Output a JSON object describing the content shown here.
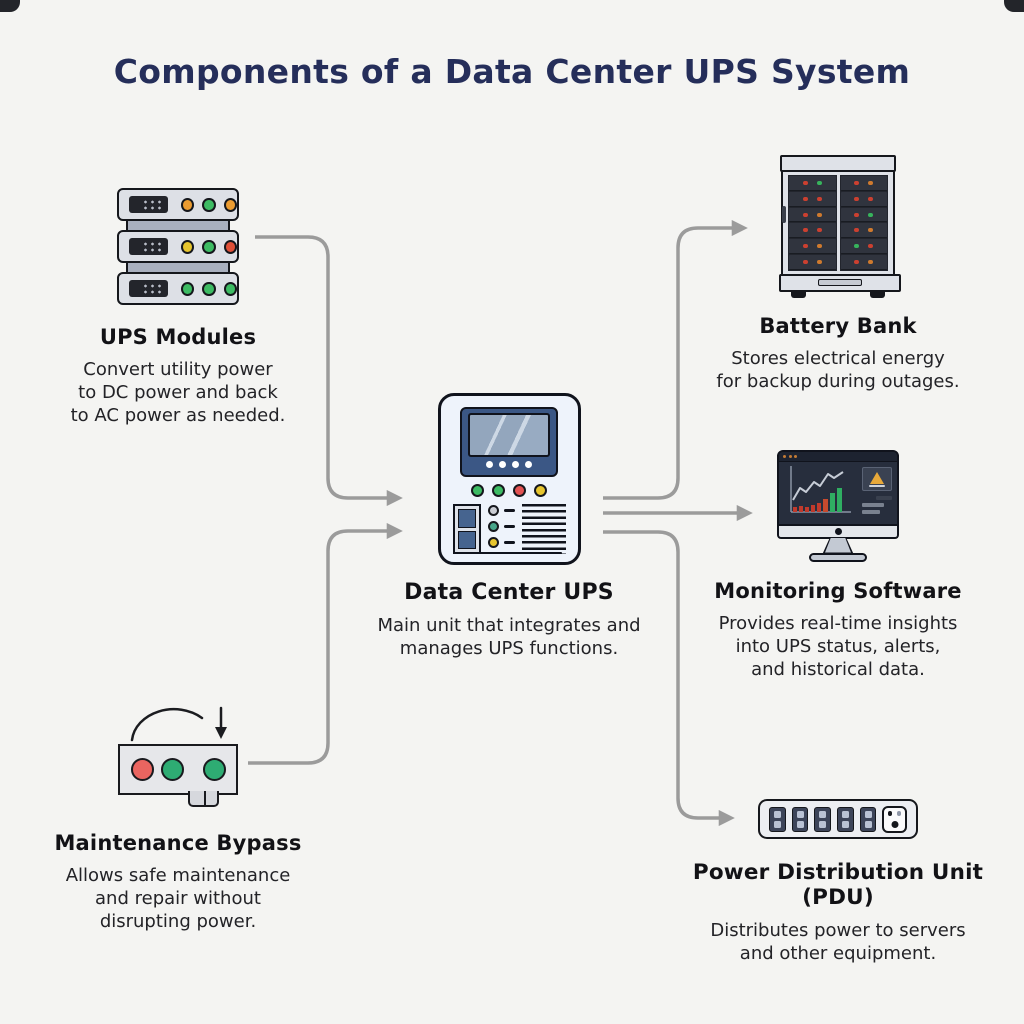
{
  "title": "Components of a Data Center UPS System",
  "colors": {
    "background": "#f4f4f2",
    "title_text": "#252e5a",
    "body_text": "#232327",
    "outline": "#15171c",
    "connector": "#9b9b9b",
    "led_green": "#3dbb63",
    "led_red": "#df5038",
    "led_orange": "#eb9c31",
    "led_yellow": "#e7c52e",
    "ups_panel_navy": "#3b5785",
    "monitor_screen": "#272e3d",
    "alert_amber": "#e8a93a"
  },
  "center": {
    "name": "Data Center UPS",
    "icon": "ups-control-unit-icon",
    "lines": [
      "Main unit that integrates and",
      "manages UPS functions."
    ]
  },
  "components": [
    {
      "id": "ups-modules",
      "name": "UPS Modules",
      "icon": "server-rack-icon",
      "lines": [
        "Convert utility power",
        "to DC power and back",
        "to AC power as needed."
      ]
    },
    {
      "id": "battery-bank",
      "name": "Battery Bank",
      "icon": "battery-cabinet-icon",
      "lines": [
        "Stores electrical energy",
        "for backup during outages."
      ]
    },
    {
      "id": "monitoring-software",
      "name": "Monitoring Software",
      "icon": "monitor-dashboard-icon",
      "lines": [
        "Provides real-time insights",
        "into UPS status, alerts,",
        "and historical data."
      ]
    },
    {
      "id": "maintenance-bypass",
      "name": "Maintenance Bypass",
      "icon": "bypass-switch-icon",
      "lines": [
        "Allows safe maintenance",
        "and repair without",
        "disrupting power."
      ]
    },
    {
      "id": "pdu",
      "name": "Power Distribution Unit (PDU)",
      "icon": "power-strip-icon",
      "lines": [
        "Distributes power to servers",
        "and other equipment."
      ]
    }
  ],
  "connections": [
    {
      "from": "UPS Modules",
      "to": "Data Center UPS"
    },
    {
      "from": "Maintenance Bypass",
      "to": "Data Center UPS"
    },
    {
      "from": "Data Center UPS",
      "to": "Battery Bank"
    },
    {
      "from": "Data Center UPS",
      "to": "Monitoring Software"
    },
    {
      "from": "Data Center UPS",
      "to": "Power Distribution Unit (PDU)"
    }
  ]
}
